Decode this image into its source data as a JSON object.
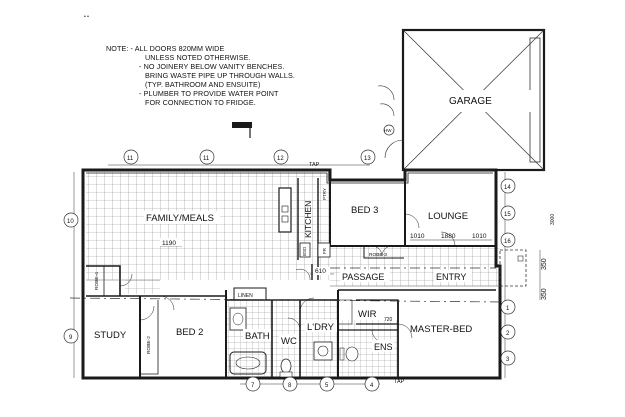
{
  "notes": [
    "NOTE:   - ALL DOORS 820mm WIDE",
    "UNLESS NOTED OTHERWISE.",
    "- NO JOINERY BELOW VANITY BENCHES.",
    "BRING WASTE PIPE UP THROUGH WALLS.",
    "(TYP. BATHROOM AND ENSUITE)",
    "- PLUMBER TO PROVIDE WATER POINT",
    "FOR CONNECTION TO FRIDGE."
  ],
  "rooms": {
    "garage": "GARAGE",
    "family_meals": "FAMILY/MEALS",
    "kitchen": "KITCHEN",
    "ptry": "PTRY",
    "bed3": "BED 3",
    "lounge": "LOUNGE",
    "robe3": "ROBE-3",
    "robe4": "ROBE-4",
    "robe2": "ROBE-2",
    "passage": "PASSAGE",
    "entry": "ENTRY",
    "study": "STUDY",
    "bed2": "BED 2",
    "linen": "LINEN",
    "bath": "BATH",
    "wc": "WC",
    "ldry": "L'DRY",
    "wir": "WIR",
    "master_bed": "MASTER-BED",
    "ens": "ENS",
    "fr": "FR",
    "bsd": "BSD",
    "hw": "HW"
  },
  "dimensions": {
    "d1190": "1190",
    "d610": "610",
    "d1010a": "1010",
    "d1880": "1880",
    "d1010b": "1010",
    "d720": "720",
    "d350a": "350",
    "d350b": "350",
    "d3000": "3000"
  },
  "markers": {
    "tap_top": "TAP",
    "tap_bottom": "TAP"
  },
  "grid_top": [
    "11",
    "11",
    "12",
    "13"
  ],
  "grid_left": [
    "10",
    "9"
  ],
  "grid_right": [
    "14",
    "15",
    "16",
    "1",
    "2",
    "3"
  ],
  "grid_bottom": [
    "7",
    "8",
    "5",
    "4"
  ],
  "colors": {
    "ink": "#1a1a1a",
    "tile": "#8a8a8a"
  }
}
